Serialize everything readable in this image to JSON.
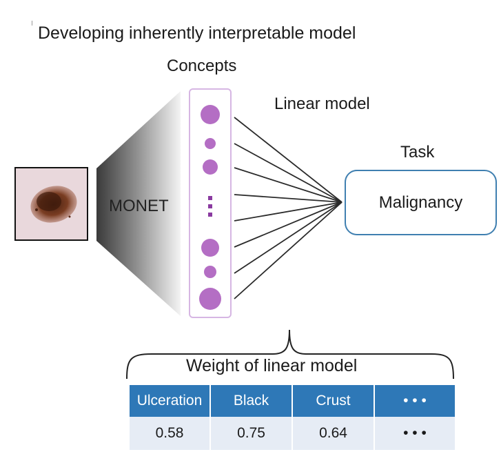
{
  "title": "Developing inherently interpretable model",
  "concepts_label": "Concepts",
  "linear_model_label": "Linear model",
  "task": {
    "label": "Task",
    "value": "Malignancy"
  },
  "encoder_label": "MONET",
  "concept_vertical_ellipsis": "⋮",
  "weights": {
    "title": "Weight of linear model",
    "headers": [
      "Ulceration",
      "Black",
      "Crust",
      "• • •"
    ],
    "values": [
      "0.58",
      "0.75",
      "0.64",
      "• • •"
    ]
  },
  "colors": {
    "concept_node": "#b46ec4",
    "concept_border": "#d6b6e3",
    "task_border": "#3f7fb0",
    "table_header": "#2e78b7",
    "table_cell": "#e6ecf5"
  },
  "icons": [
    "skin-lesion-image",
    "monet-trapezoid",
    "curly-brace"
  ]
}
